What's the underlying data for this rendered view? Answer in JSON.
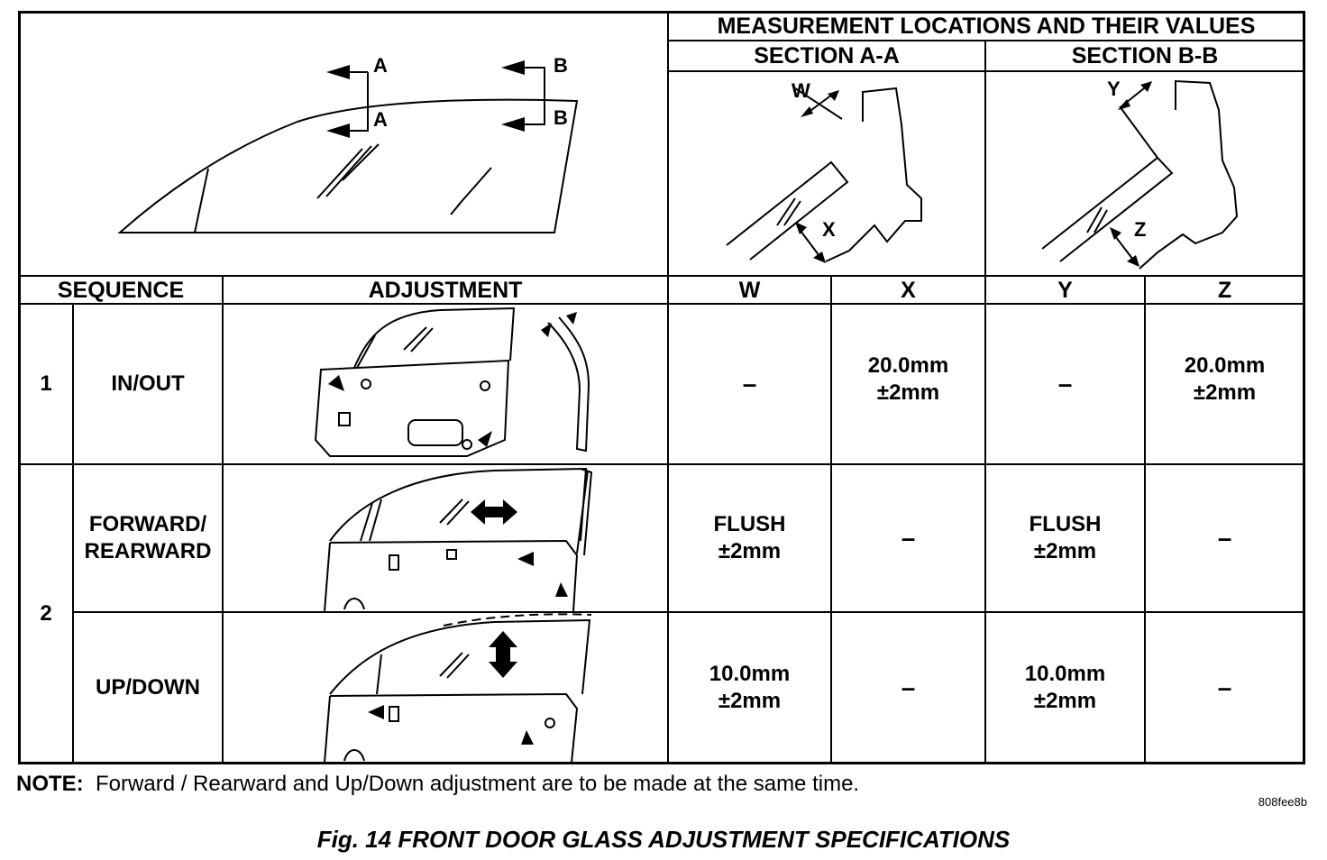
{
  "header": {
    "title": "MEASUREMENT LOCATIONS AND THEIR VALUES",
    "section_a": "SECTION A-A",
    "section_b": "SECTION B-B"
  },
  "window_labels": {
    "a_top": "A",
    "a_bottom": "A",
    "b_top": "B",
    "b_bottom": "B"
  },
  "section_labels": {
    "w": "W",
    "x": "X",
    "y": "Y",
    "z": "Z"
  },
  "columns": {
    "sequence": "SEQUENCE",
    "adjustment": "ADJUSTMENT",
    "w": "W",
    "x": "X",
    "y": "Y",
    "z": "Z"
  },
  "rows": [
    {
      "seq": "1",
      "adjustment": "IN/OUT",
      "w": "–",
      "x": "20.0mm\n±2mm",
      "y": "–",
      "z": "20.0mm\n±2mm"
    },
    {
      "seq": "2",
      "adjustment": "FORWARD/\nREARWARD",
      "w": "FLUSH\n±2mm",
      "x": "–",
      "y": "FLUSH\n±2mm",
      "z": "–"
    },
    {
      "adjustment": "UP/DOWN",
      "w": "10.0mm\n±2mm",
      "x": "–",
      "y": "10.0mm\n±2mm",
      "z": "–"
    }
  ],
  "note": {
    "label": "NOTE:",
    "text": "Forward / Rearward and Up/Down adjustment are to be made at the same time."
  },
  "image_code": "808fee8b",
  "caption": "Fig. 14 FRONT DOOR GLASS ADJUSTMENT SPECIFICATIONS"
}
